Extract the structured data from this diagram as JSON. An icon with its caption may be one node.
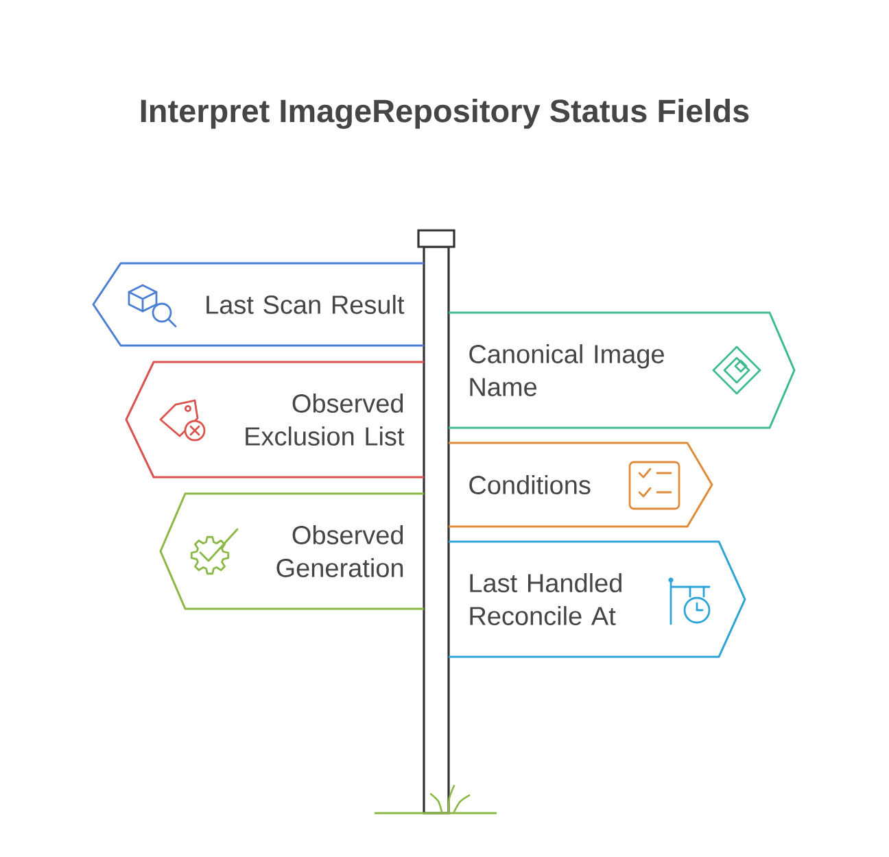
{
  "diagram": {
    "title": "Interpret ImageRepository Status Fields",
    "nodes": [
      {
        "text": [
          "Last Scan Result"
        ]
      },
      {
        "text": [
          "Canonical Image Name"
        ]
      },
      {
        "text": [
          "Observed Exclusion List"
        ]
      },
      {
        "text": [
          "Conditions"
        ]
      },
      {
        "text": [
          "Observed Generation"
        ]
      },
      {
        "text": [
          "Last Handled Reconcile At"
        ]
      }
    ]
  }
}
